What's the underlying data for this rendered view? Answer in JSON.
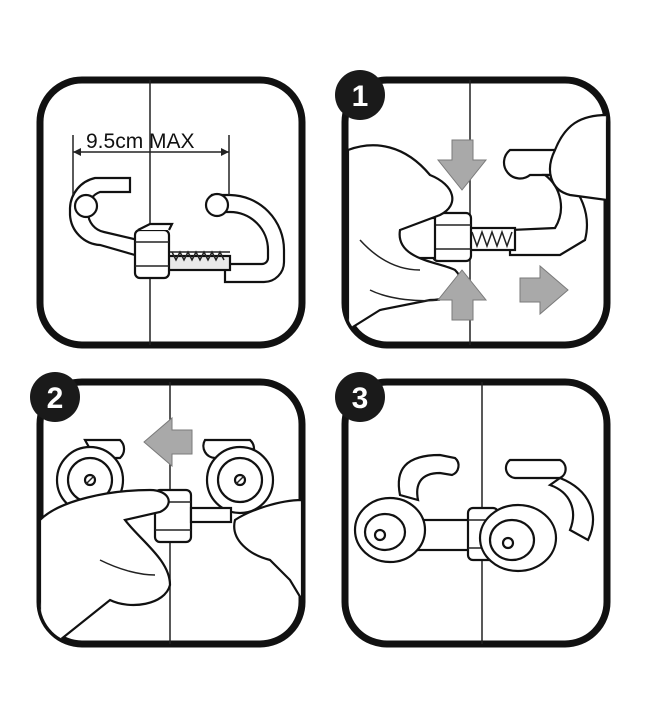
{
  "panels": [
    {
      "id": "panel-0",
      "badge": null,
      "measurement": "9.5cm MAX"
    },
    {
      "id": "panel-1",
      "badge": "1"
    },
    {
      "id": "panel-2",
      "badge": "2"
    },
    {
      "id": "panel-3",
      "badge": "3"
    }
  ],
  "colors": {
    "frame": "#111111",
    "arrow": "#a9a9a9",
    "badge": "#1a1a1a"
  }
}
